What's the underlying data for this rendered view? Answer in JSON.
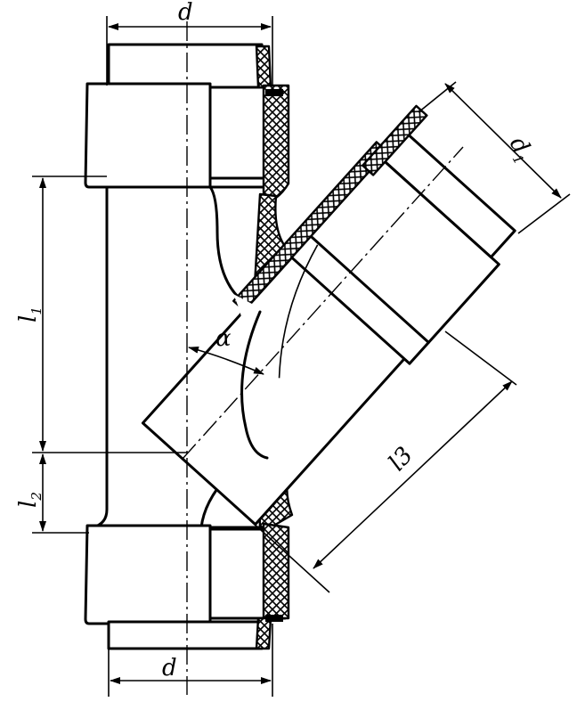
{
  "labels": {
    "d_top": "d",
    "d_bottom": "d",
    "d1_main": "d",
    "d1_sub": "1",
    "l1_main": "l",
    "l1_sub": "1",
    "l2_main": "l",
    "l2_sub": "2",
    "l3": "l3",
    "alpha": "α"
  }
}
